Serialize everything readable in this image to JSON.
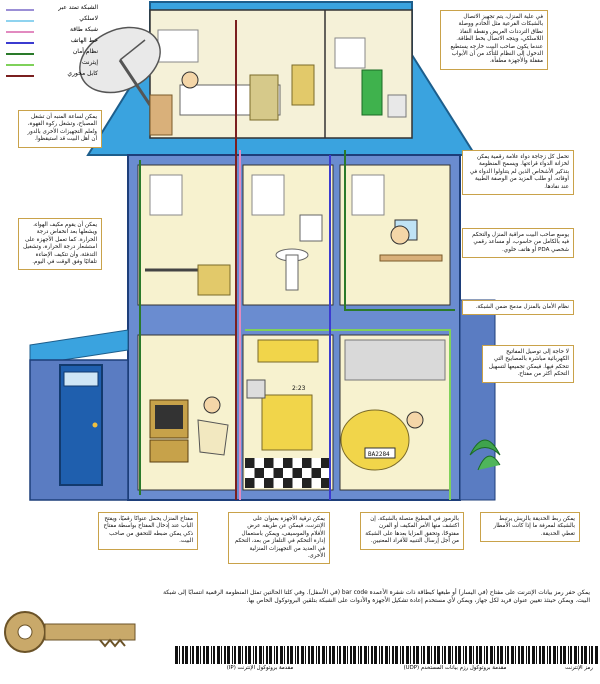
{
  "legend": [
    {
      "label": "الشبكة تمتد عبر",
      "color": "#9b8fd6"
    },
    {
      "label": "لاسلكي",
      "color": "#8fd3ef"
    },
    {
      "label": "شبكة طاقة",
      "color": "#e28ac0"
    },
    {
      "label": "خط الهاتف",
      "color": "#3b3bd0"
    },
    {
      "label": "نظام أمان",
      "color": "#2a7a2a"
    },
    {
      "label": "إيثرنت",
      "color": "#7fd15a"
    },
    {
      "label": "كابل محوري",
      "color": "#7a1f1f"
    }
  ],
  "callouts": {
    "attic": "في علية المنزل، يتم تجهيز الاتصال بالشبكات الفرعية مثل الخادم ووصلة نطاق الترددات العريض ونقطة النفاذ اللاسلكي، ويتجه الاتصال بخط الطاقة. عندما يكون صاحب البيت خارجه يستطيع الدخول إلى النظام للتأكد من أن الأبواب مقفلة والأجهزة مطفأة.",
    "kettle": "يمكن لساعة المنبه أن تشغل المصباح، وتشغل ركوة القهوة، وتُعلم التجهيزات الأخرى بالدور أن أهل البيت قد استيقظوا.",
    "medicine": "تحمل كل زجاجة دواء علامة رقمية يمكن لخزانة الدواء قراءتها. ويسمح المنظومة بتذكير الأشخاص الذين لم يتناولوا الدواء في أوقاته، أو طلب المزيد من الوصفة الطبية عند نفادها.",
    "thermostat": "يمكن أن يقوم مكيف الهواء، ويشعلها بعد انخفاض درجة الحرارة. كما تعمل الأجهزة على استشعار درجة الحرارة، وتشغيل التدفئة، وأن تتكيف الإضاءة تلقائيًا وفق الوقت في اليوم.",
    "office": "يوسع صاحب البيت مراقبة المنزل والتحكم فيه بالكامل من حاسوب، أو مساعد رقمي شخصي PDA أو هاتف خلوي.",
    "security": "نظام الأمان بالمنزل مدمج ضمن الشبكة.",
    "lights": "لا حاجة إلى توصيل المفاتيح الكهربائية مباشرة بالمصابيح التي تتحكم فيها. فيمكن تجميعها لتسهيل التحكم أكثر من مفتاح.",
    "door": "مفتاح المنزل يحمل عنوانًا رقميًا، ويفتح الباب عند إدخال المفتاح بواسطة مفتاح ذكي يمكن ضبطه للتحقق من صاحب البيت.",
    "tv": "يمكن ترقية الأجهزة بعنوان على الإنترنت، فيمكن عن طريقه عرض الأفلام والموسيقى، ويمكن باستعمال إدارة التحكم في التلفاز من بعد، التحكم في العديد من التجهيزات المنزلية الأخرى.",
    "kitchen": "بالرموز في المطبخ متصلة بالشبكة. إن اكتشف منها الأمر المكيف أو الفرن مفتوحًا، وتحقق المزايا بعدها على الشبكة من أجل إرسال التنبيه للأفراد المعنيين.",
    "garden": "يمكن ربط الحديقة بالريش يرتبط بالشبكة لمعرفة ما إذا كانت الأمطار تغطي الحديقة."
  },
  "bottom": {
    "paragraph": "يمكن حفر رمز بيانات الإنترنت على مفتاح (في اليسار) أو طبعها كبطاقة ذات شفرة الأعمدة bar code (في الأسفل). وفي كلتا الحالتين تمثل المنظومة الرقمية انتسابًا إلى شبكة البيت. ويمكن حينئذ تعيين عنوان فريد لكل جهاز، ويمكن لأي مستخدم إعادة تشكيل الأجهزة والأدوات على الشبكة بتلقين البروتوكول الخاص بها.",
    "barcode_labels": [
      "رمز الإنترنت",
      "مقدمة بروتوكول رزم بيانات المستخدم (UDP)",
      "مقدمة بروتوكول الإنترنت (IP)"
    ]
  },
  "house": {
    "microwave_time": "2:23",
    "vacuum_label": "BA2284"
  }
}
